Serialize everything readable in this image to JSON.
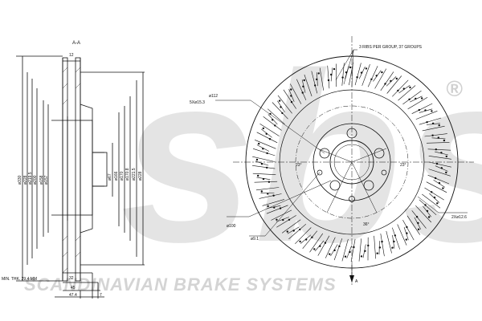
{
  "section_label": "A-A",
  "watermark": {
    "brand": "sbs",
    "registered": "®",
    "tagline": "SCANDINAVIAN BRAKE SYSTEMS",
    "color": "#d9d9d9"
  },
  "side_view": {
    "top_dimension": "12",
    "diameters": [
      "ø330",
      "ø228",
      "ø219.5",
      "ø200",
      "ø158",
      "ø157",
      "ø67",
      "ø166",
      "ø170",
      "ø170.8",
      "ø221.5",
      "ø228"
    ],
    "min_thickness_label": "MIN. THK. 29.4 MM",
    "bottom_dims": [
      "32",
      "45",
      "47.4",
      "7"
    ]
  },
  "front_view": {
    "hole_note": "3 RIBS PER GROUP, 37 GROUPS",
    "bolt_holes_label": "5Xø15.3",
    "pcd_label": "ø112",
    "center_bore_label": "ø100",
    "small_hole_label": "ø9.1",
    "angle_left": "23°",
    "angle_right": "23°",
    "angle_bottom": "36°",
    "side_holes_label": "2Xø12.6",
    "section_marker": "A"
  },
  "colors": {
    "line": "#111111",
    "watermark": "#d9d9d9"
  }
}
